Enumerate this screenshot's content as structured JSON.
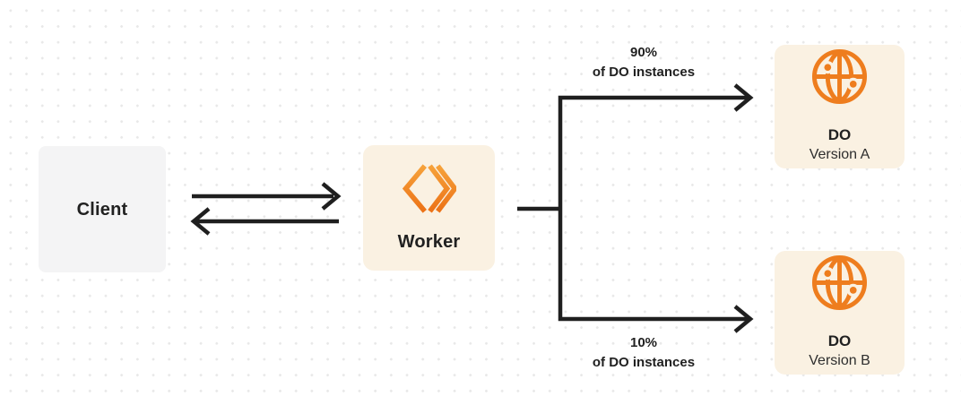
{
  "colors": {
    "background": "#FFFFFF",
    "dot": "#E8E8E8",
    "line": "#1F1F1F",
    "orange": "#EE7D1E",
    "orange_gradient_top": "#F6A23B",
    "orange_gradient_bottom": "#EC7216",
    "cream_box": "#FAF1E2",
    "gray_box": "#F4F4F5",
    "text": "#212121",
    "subtext": "#2E2E2E"
  },
  "nodes": {
    "client": {
      "label": "Client"
    },
    "worker": {
      "label": "Worker",
      "icon": "workers-logo-icon"
    },
    "do_version_a": {
      "title": "DO",
      "subtitle": "Version A",
      "icon": "durable-object-globe-icon"
    },
    "do_version_b": {
      "title": "DO",
      "subtitle": "Version B",
      "icon": "durable-object-globe-icon"
    }
  },
  "edges": {
    "client_worker": {
      "direction": "bidirectional"
    },
    "split_top": {
      "percent": "90%",
      "caption": "of DO instances"
    },
    "split_bottom": {
      "percent": "10%",
      "caption": "of DO instances"
    }
  }
}
